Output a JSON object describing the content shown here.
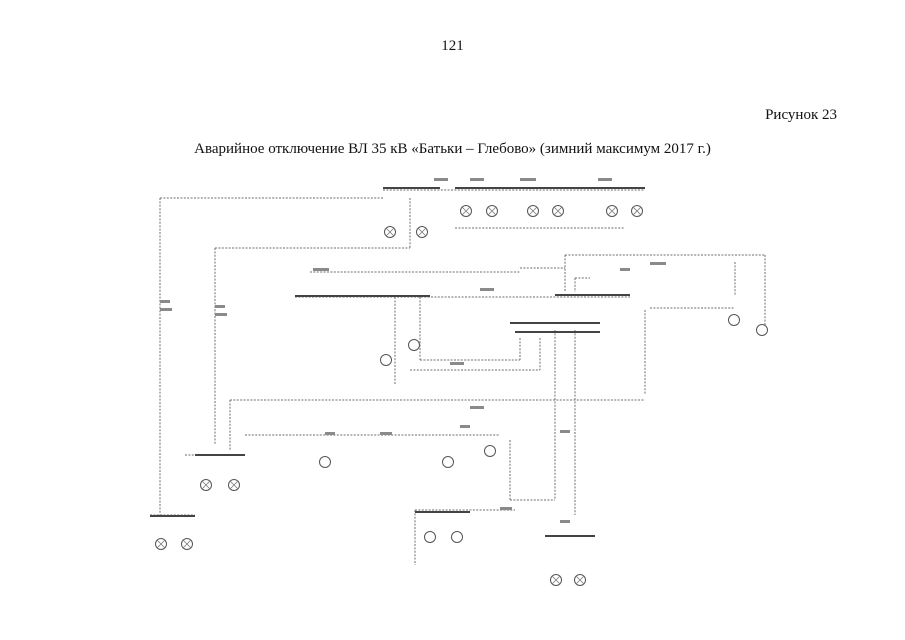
{
  "page": {
    "number": "121",
    "figure_label": "Рисунок 23",
    "caption": "Аварийное отключение ВЛ 35 кВ «Батьки – Глебово» (зимний максимум 2017 г.)"
  }
}
